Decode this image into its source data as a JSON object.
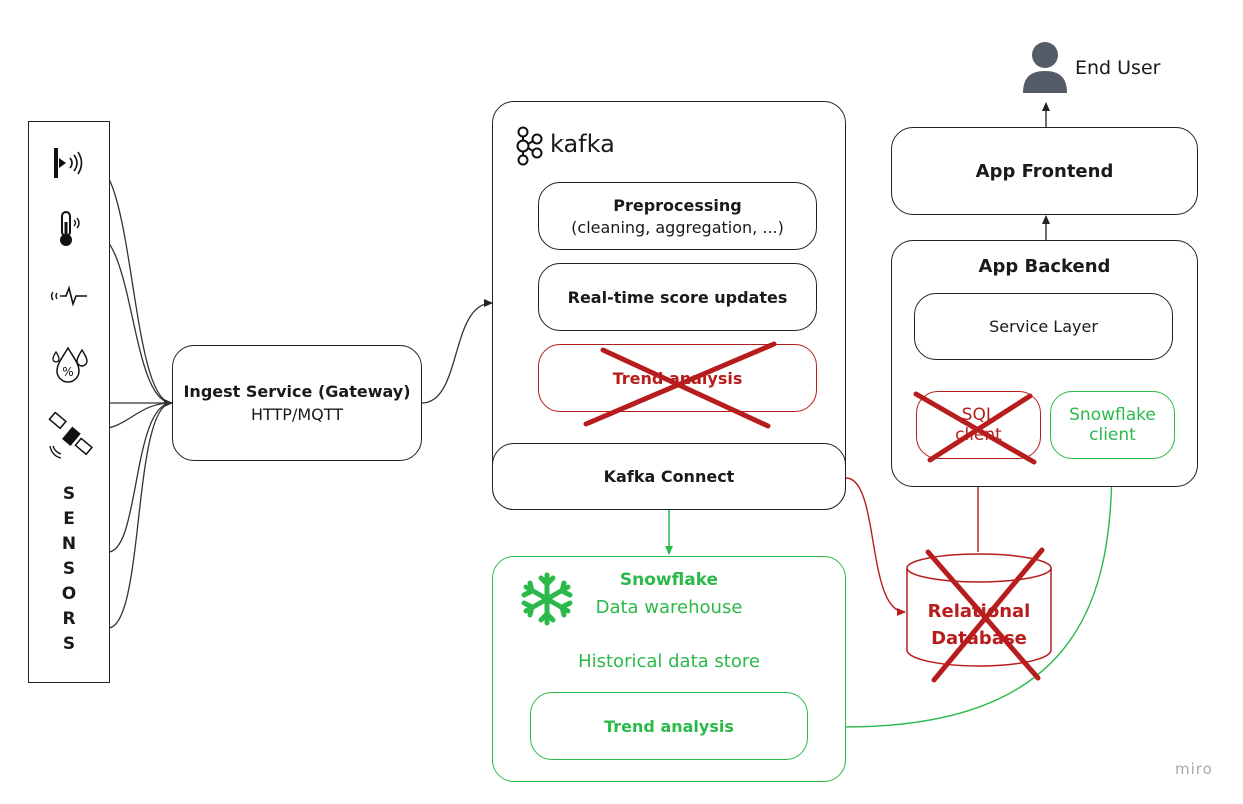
{
  "sensors": {
    "letters": [
      "S",
      "E",
      "N",
      "S",
      "O",
      "R",
      "S"
    ],
    "icons": [
      "radar-sensor-icon",
      "thermometer-icon",
      "vibration-icon",
      "humidity-icon",
      "satellite-icon"
    ]
  },
  "ingest": {
    "title": "Ingest Service (Gateway)",
    "subtitle": "HTTP/MQTT"
  },
  "kafka": {
    "logo_text": "kafka",
    "preprocessing": {
      "title": "Preprocessing",
      "subtitle": "(cleaning, aggregation, ...)"
    },
    "realtime": "Real-time score updates",
    "trend_crossed": "Trend analysis",
    "connect": "Kafka Connect"
  },
  "snowflake": {
    "title": "Snowflake",
    "subtitle": "Data warehouse",
    "historical": "Historical data store",
    "trend": "Trend analysis"
  },
  "relational_db": {
    "line1": "Relational",
    "line2": "Database"
  },
  "end_user": "End User",
  "frontend": "App Frontend",
  "backend": {
    "title": "App Backend",
    "service_layer": "Service Layer",
    "sql_client_line1": "SQL",
    "sql_client_line2": "client",
    "snowflake_client_line1": "Snowflake",
    "snowflake_client_line2": "client"
  },
  "watermark": "miro",
  "colors": {
    "green": "#2bb94a",
    "red": "#b81d1d",
    "dark": "#222222"
  }
}
